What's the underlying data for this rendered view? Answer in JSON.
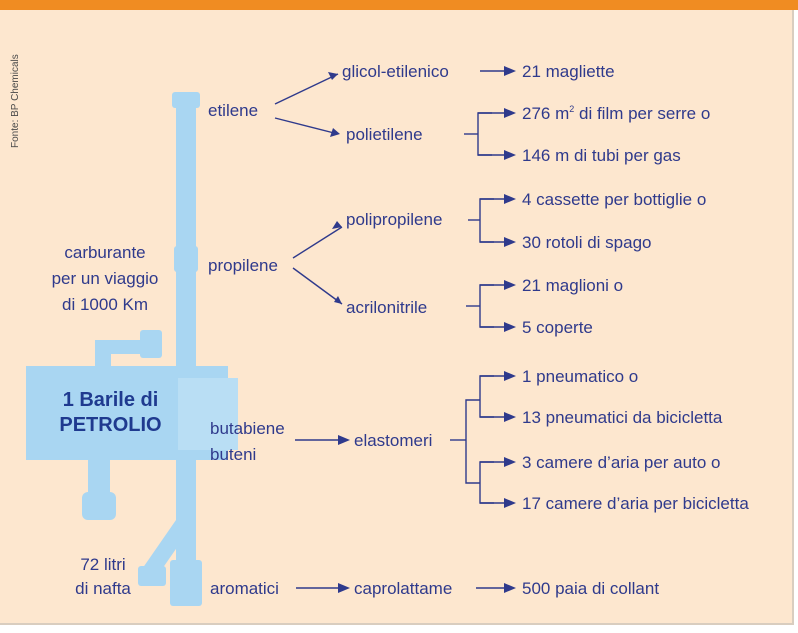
{
  "source": "Fonte: BP Chemicals",
  "barrel": {
    "line1": "1 Barile di",
    "line2": "PETROLIO"
  },
  "fuel": {
    "line1": "carburante",
    "line2": "per un viaggio",
    "line3": "di 1000 Km"
  },
  "diesel": {
    "line1": "72 litri",
    "line2": "di nafta"
  },
  "fractions": {
    "etilene": "etilene",
    "propilene": "propilene",
    "butabiene": "butabiene",
    "buteni": "buteni",
    "aromatici": "aromatici"
  },
  "intermediates": {
    "glicol": "glicol-etilenico",
    "polietilene": "polietilene",
    "polipropilene": "polipropilene",
    "acrilonitrile": "acrilonitrile",
    "elastomeri": "elastomeri",
    "caprolattame": "caprolattame"
  },
  "products": {
    "magliette": "21 magliette",
    "film_a": "276 m",
    "film_sup": "2",
    "film_b": " di film per serre o",
    "tubi": "146 m di tubi per gas",
    "cassette": "4 cassette per bottiglie o",
    "rotoli": "30 rotoli di spago",
    "maglioni": "21 maglioni o",
    "coperte": "5 coperte",
    "pneumatico": "1 pneumatico o",
    "pneumatici_bici": "13 pneumatici da bicicletta",
    "camere_auto": "3 camere d’aria per auto o",
    "camere_bici": "17 camere d’aria per bicicletta",
    "collant": "500 paia di collant"
  },
  "colors": {
    "accent": "#f08c22",
    "background": "#fde7cf",
    "pipe": "#a9d6f2",
    "text": "#2f3a8c"
  }
}
